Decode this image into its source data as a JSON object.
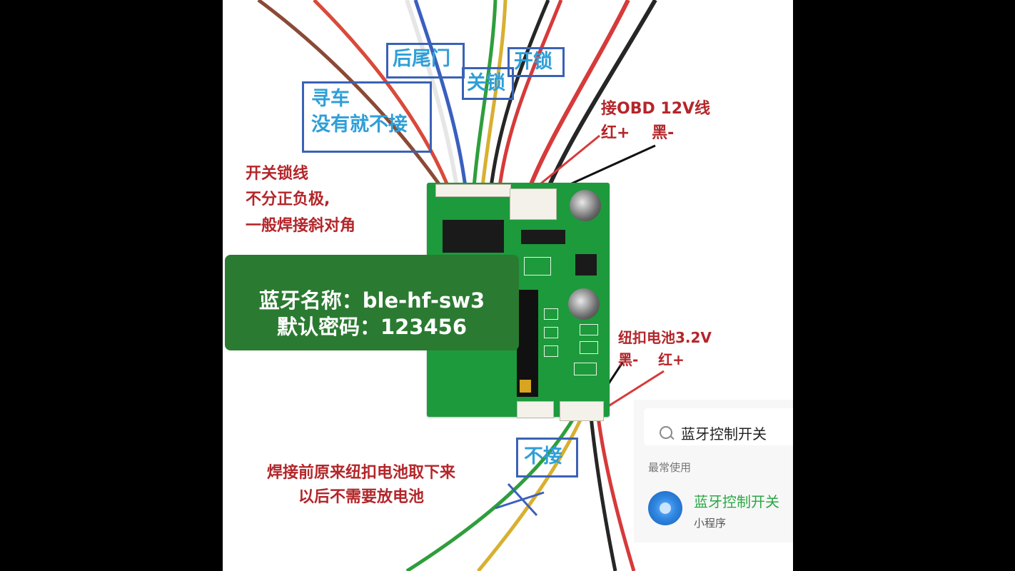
{
  "labels": {
    "tailgate": "后尾门",
    "lock": "关锁",
    "unlock": "开锁",
    "find_car_line1": "寻车",
    "find_car_line2": "没有就不接",
    "obd_line1": "接OBD 12V线",
    "obd_line2": "红+    黑-",
    "switch_line1": "开关锁线",
    "switch_line2": "不分正负极,",
    "switch_line3": "一般焊接斜对角",
    "coin_line1": "纽扣电池3.2V",
    "coin_line2": "黑-    红+",
    "not_connect": "不接",
    "weld_line1": "焊接前原来纽扣电池取下来",
    "weld_line2": "以后不需要放电池"
  },
  "banner": {
    "line1": "蓝牙名称：ble-hf-sw3",
    "line2": "默认密码：123456"
  },
  "search_panel": {
    "query": "蓝牙控制开关",
    "section_label": "最常使用",
    "app_name": "蓝牙控制开关",
    "app_type": "小程序"
  },
  "colors": {
    "label_blue": "#2f9fd8",
    "box_blue": "#3a62b6",
    "annotation_red": "#b3262a",
    "banner_green": "#2b7a31",
    "pcb_green": "#1d9a3c",
    "app_name_green": "#2aa845"
  },
  "icons": [
    "search-icon",
    "bluetooth-app-icon"
  ]
}
